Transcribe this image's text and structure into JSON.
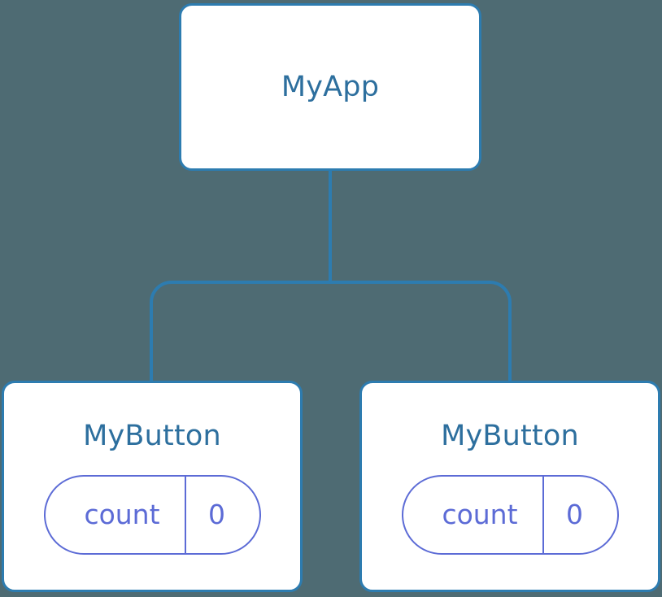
{
  "diagram": {
    "type": "component-tree",
    "background_color": "#4e6b73",
    "edge_color": "#2d7cb0",
    "node_border_color": "#2d7cb0",
    "node_fill_color": "#ffffff",
    "node_title_color": "#2d6f9e",
    "state_accent_color": "#5c6bd6"
  },
  "root": {
    "title": "MyApp"
  },
  "children": [
    {
      "title": "MyButton",
      "state": {
        "key": "count",
        "value": "0"
      }
    },
    {
      "title": "MyButton",
      "state": {
        "key": "count",
        "value": "0"
      }
    }
  ]
}
